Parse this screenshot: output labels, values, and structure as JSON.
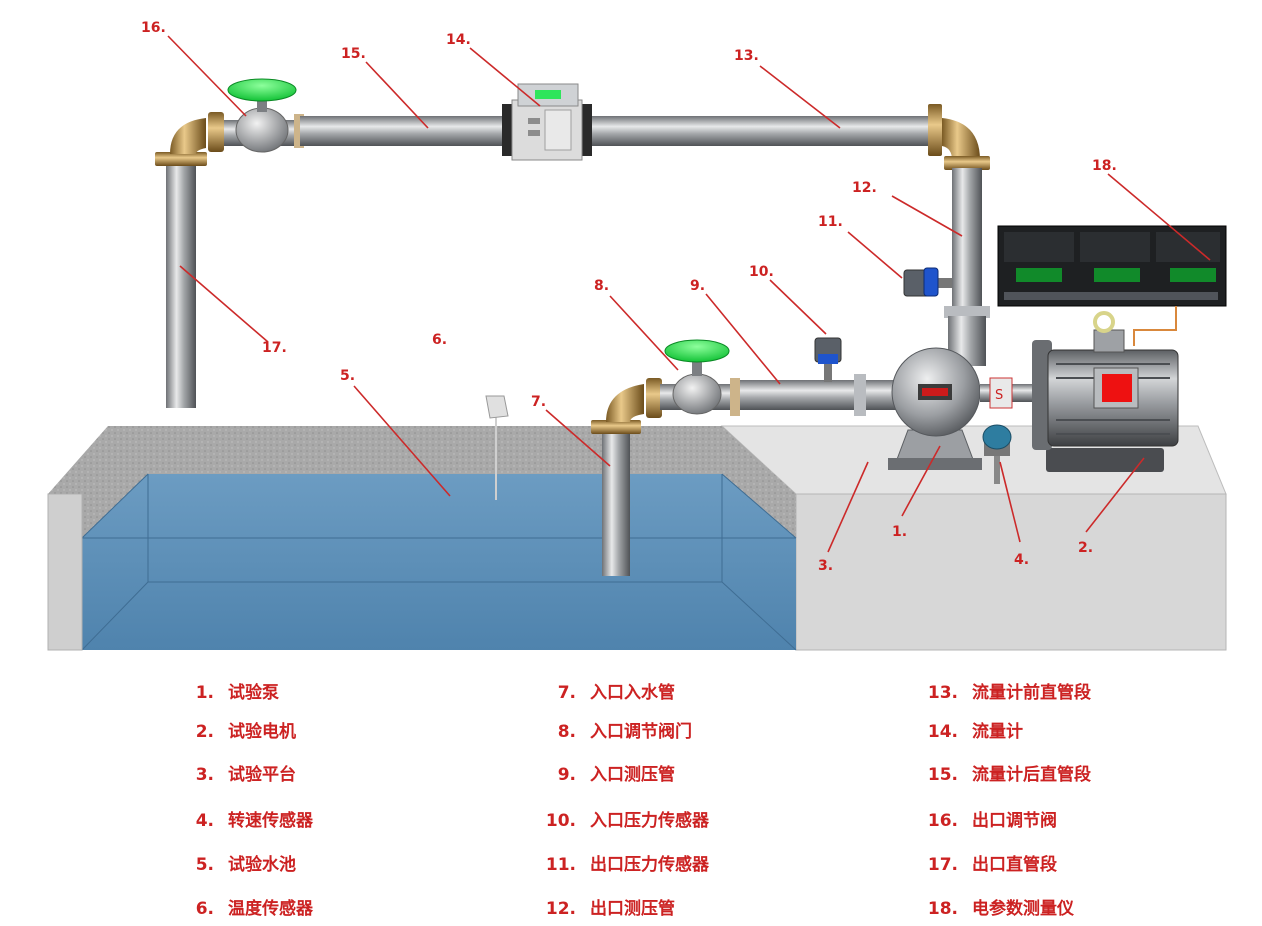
{
  "callouts": {
    "c1": "1.",
    "c2": "2.",
    "c3": "3.",
    "c4": "4.",
    "c5": "5.",
    "c6": "6.",
    "c7": "7.",
    "c8": "8.",
    "c9": "9.",
    "c10": "10.",
    "c11": "11.",
    "c12": "12.",
    "c13": "13.",
    "c14": "14.",
    "c15": "15.",
    "c16": "16.",
    "c17": "17.",
    "c18": "18."
  },
  "legend": [
    {
      "num": "1.",
      "text": "试验泵"
    },
    {
      "num": "2.",
      "text": "试验电机"
    },
    {
      "num": "3.",
      "text": "试验平台"
    },
    {
      "num": "4.",
      "text": "转速传感器"
    },
    {
      "num": "5.",
      "text": "试验水池"
    },
    {
      "num": "6.",
      "text": "温度传感器"
    },
    {
      "num": "7.",
      "text": "入口入水管"
    },
    {
      "num": "8.",
      "text": "入口调节阀门"
    },
    {
      "num": "9.",
      "text": "入口测压管"
    },
    {
      "num": "10.",
      "text": "入口压力传感器"
    },
    {
      "num": "11.",
      "text": "出口压力传感器"
    },
    {
      "num": "12.",
      "text": "出口测压管"
    },
    {
      "num": "13.",
      "text": "流量计前直管段"
    },
    {
      "num": "14.",
      "text": "流量计"
    },
    {
      "num": "15.",
      "text": "流量计后直管段"
    },
    {
      "num": "16.",
      "text": "出口调节阀"
    },
    {
      "num": "17.",
      "text": "出口直管段"
    },
    {
      "num": "18.",
      "text": "电参数测量仪"
    }
  ],
  "colors": {
    "label": "#cc2222",
    "water": "#5b8fb5",
    "pipe": "#8d9094",
    "valve_handle": "#22dd44",
    "platform": "#d7d7d7",
    "motor_panel": "#ee1111"
  }
}
